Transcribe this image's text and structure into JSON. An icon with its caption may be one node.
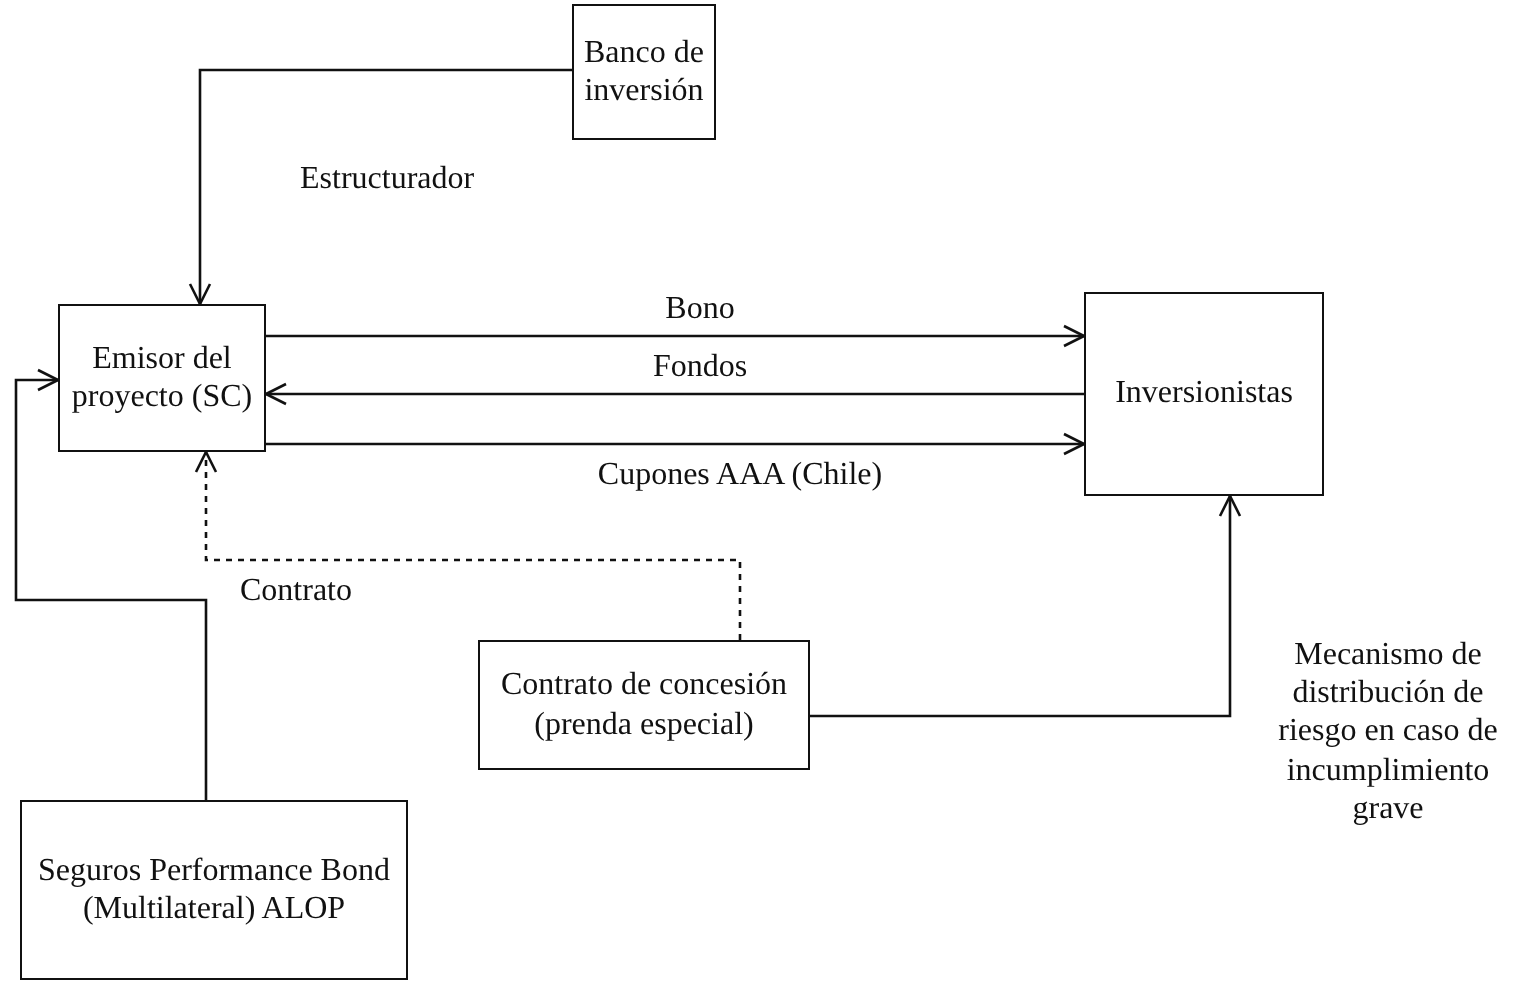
{
  "diagram": {
    "nodes": [
      {
        "text": [
          "Banco de inversión"
        ]
      },
      {
        "text": [
          "Emisor del proyecto (SC)"
        ]
      },
      {
        "text": [
          "Inversionistas"
        ]
      },
      {
        "text": [
          "Contrato de concesión (prenda especial)"
        ]
      },
      {
        "text": [
          "Seguros Performance Bond (Multilateral) ALOP"
        ]
      }
    ],
    "edges": [
      {
        "from": 0,
        "to": 1,
        "arrow": "to",
        "label": "Estructurador"
      },
      {
        "from": 1,
        "to": 2,
        "arrow": "to",
        "label": "Bono"
      },
      {
        "from": 2,
        "to": 1,
        "arrow": "to",
        "label": "Fondos"
      },
      {
        "from": 1,
        "to": 2,
        "arrow": "to",
        "label": "Cupones AAA (Chile)"
      },
      {
        "from": 3,
        "to": 1,
        "arrow": "to",
        "style": "dashed"
      },
      {
        "from": 4,
        "to": 1,
        "arrow": "to",
        "label": "Contrato"
      },
      {
        "from": 3,
        "to": 2,
        "arrow": "to",
        "label": "Mecanismo de distribución de riesgo en caso de incumplimiento grave"
      }
    ]
  }
}
